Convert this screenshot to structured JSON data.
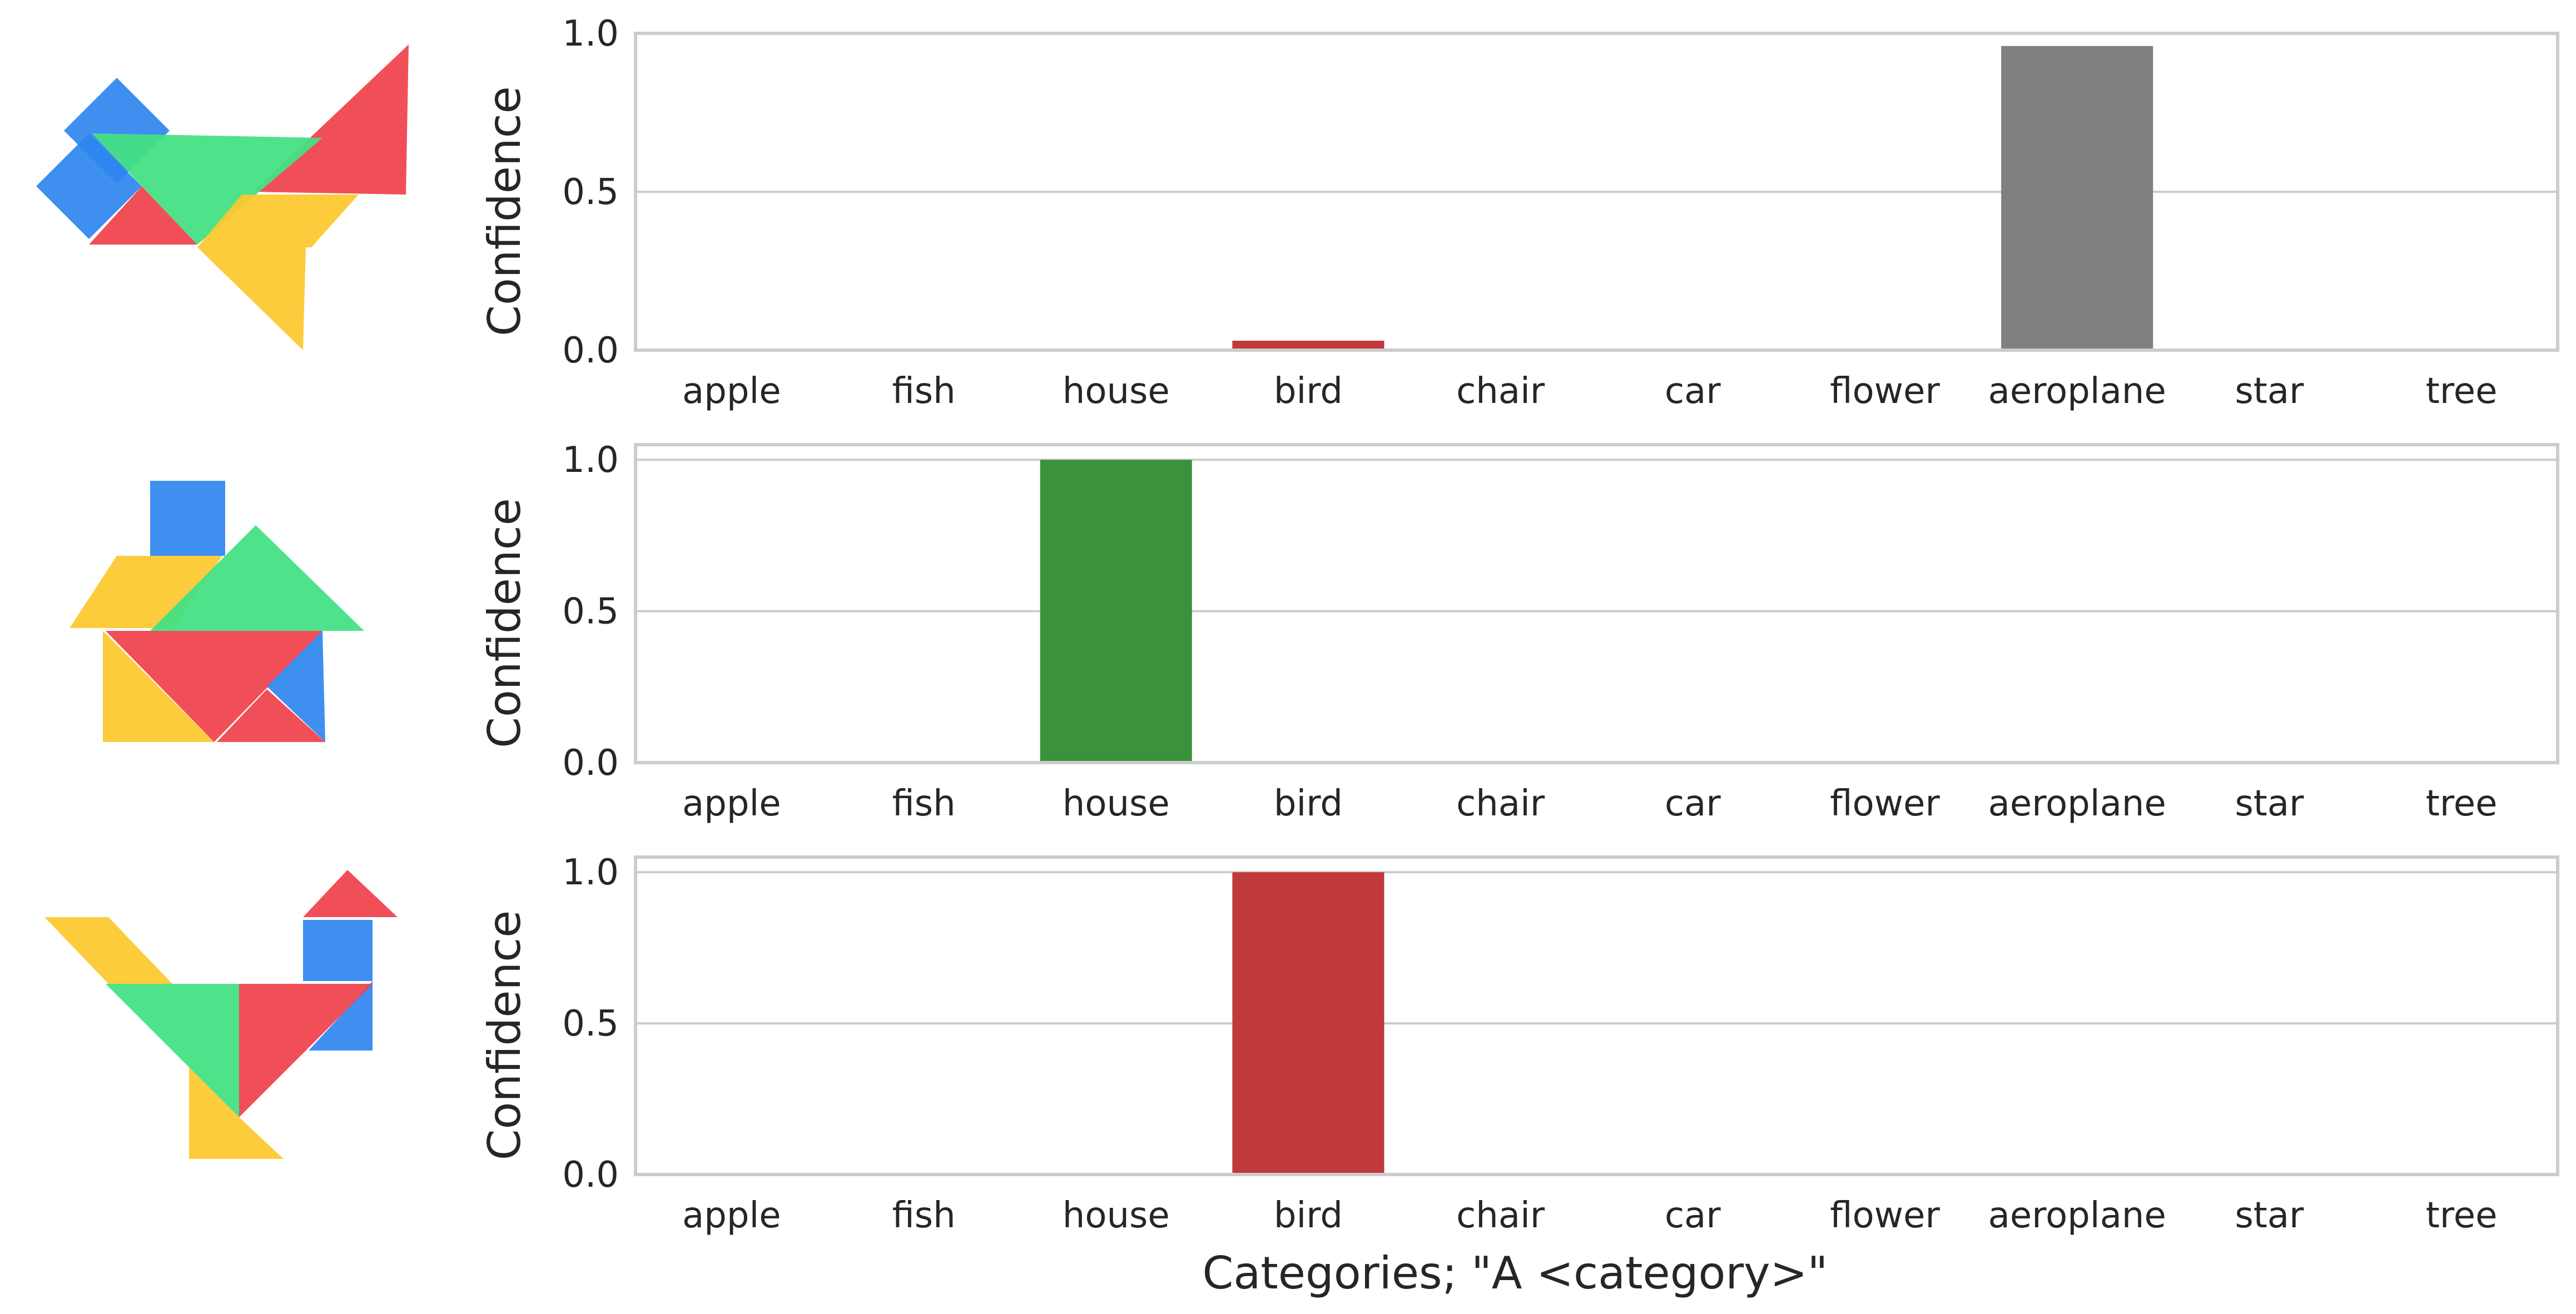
{
  "figure": {
    "xlabel": "Categories; \"A <category>\""
  },
  "chart_data": [
    {
      "type": "bar",
      "categories": [
        "apple",
        "fish",
        "house",
        "bird",
        "chair",
        "car",
        "flower",
        "aeroplane",
        "star",
        "tree"
      ],
      "values": [
        0.0,
        0.0,
        0.0,
        0.03,
        0.0,
        0.0,
        0.0,
        0.96,
        0.0,
        0.0
      ],
      "bar_colors": [
        "#808080",
        "#808080",
        "#808080",
        "#c0393b",
        "#808080",
        "#808080",
        "#808080",
        "#808080",
        "#808080",
        "#808080"
      ],
      "ylabel": "Confidence",
      "ylim": [
        0,
        1.0
      ],
      "yticks": [
        "0.0",
        "0.5",
        "1.0"
      ],
      "grid": true,
      "image_icon": "tangram-aeroplane-shape"
    },
    {
      "type": "bar",
      "categories": [
        "apple",
        "fish",
        "house",
        "bird",
        "chair",
        "car",
        "flower",
        "aeroplane",
        "star",
        "tree"
      ],
      "values": [
        0.0,
        0.0,
        1.0,
        0.0,
        0.0,
        0.0,
        0.0,
        0.0,
        0.0,
        0.0
      ],
      "bar_colors": [
        "#3a923a",
        "#3a923a",
        "#3a923a",
        "#3a923a",
        "#3a923a",
        "#3a923a",
        "#3a923a",
        "#3a923a",
        "#3a923a",
        "#3a923a"
      ],
      "ylabel": "Confidence",
      "ylim": [
        0,
        1.05
      ],
      "yticks": [
        "0.0",
        "0.5",
        "1.0"
      ],
      "grid": true,
      "image_icon": "tangram-house-shape"
    },
    {
      "type": "bar",
      "categories": [
        "apple",
        "fish",
        "house",
        "bird",
        "chair",
        "car",
        "flower",
        "aeroplane",
        "star",
        "tree"
      ],
      "values": [
        0.0,
        0.0,
        0.0,
        1.0,
        0.0,
        0.0,
        0.0,
        0.0,
        0.0,
        0.0
      ],
      "bar_colors": [
        "#c0393b",
        "#c0393b",
        "#c0393b",
        "#c0393b",
        "#c0393b",
        "#c0393b",
        "#c0393b",
        "#c0393b",
        "#c0393b",
        "#c0393b"
      ],
      "ylabel": "Confidence",
      "ylim": [
        0,
        1.05
      ],
      "yticks": [
        "0.0",
        "0.5",
        "1.0"
      ],
      "grid": true,
      "image_icon": "tangram-bird-shape"
    }
  ],
  "colors": {
    "tangram_blue": "#2f86f0",
    "tangram_green": "#44e084",
    "tangram_red": "#f0404a",
    "tangram_yellow": "#fdc82c",
    "grid": "#cccccc",
    "spine": "#cccccc",
    "text": "#262626"
  }
}
